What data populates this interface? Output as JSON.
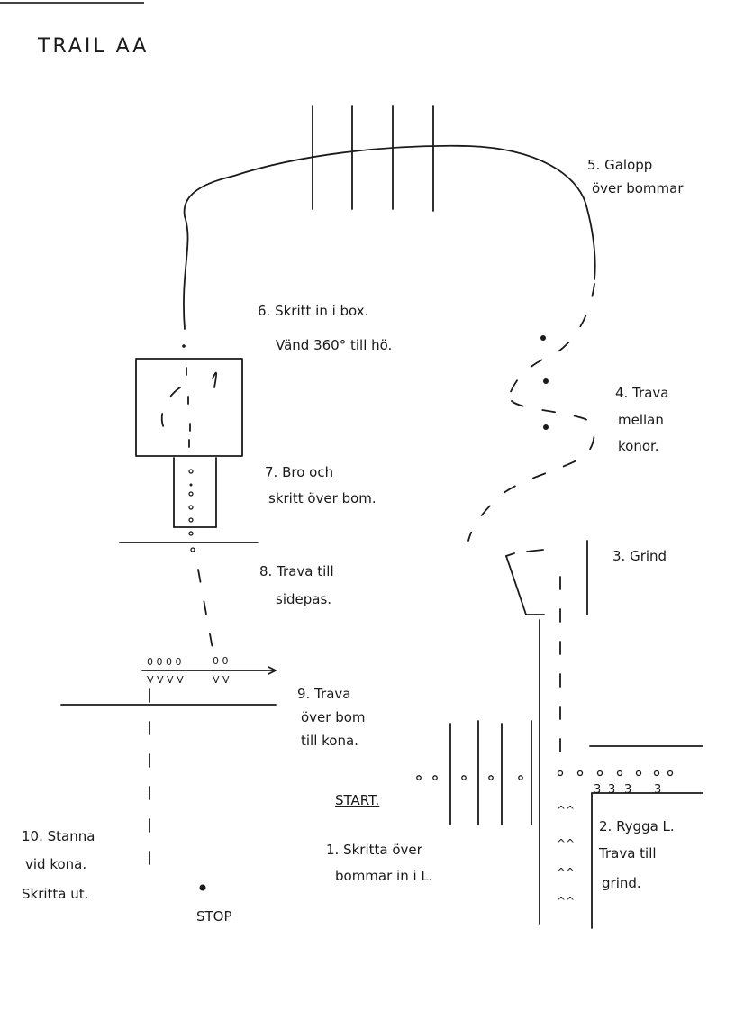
{
  "title": "TRAIL AA",
  "stations": [
    {
      "id": "s1",
      "lines": [
        "1. Skritta över",
        "bommar in i L."
      ]
    },
    {
      "id": "s2",
      "lines": [
        "2. Rygga L.",
        "Trava till",
        "grind."
      ]
    },
    {
      "id": "s3",
      "lines": [
        "3. Grind"
      ]
    },
    {
      "id": "s4",
      "lines": [
        "4. Trava",
        "mellan",
        "konor."
      ]
    },
    {
      "id": "s5",
      "lines": [
        "5. Galopp",
        "över bommar"
      ]
    },
    {
      "id": "s6",
      "lines": [
        "6. Skritt in i box.",
        "Vänd 360° till hö."
      ]
    },
    {
      "id": "s7",
      "lines": [
        "7. Bro och",
        "skritt över bom."
      ]
    },
    {
      "id": "s8",
      "lines": [
        "8. Trava till",
        "sidepas."
      ]
    },
    {
      "id": "s9",
      "lines": [
        "9. Trava",
        "över bom",
        "till kona."
      ]
    },
    {
      "id": "s10",
      "lines": [
        "10. Stanna",
        "vid kona.",
        "Skritta ut."
      ]
    }
  ],
  "markers": {
    "start": "START.",
    "stop": "STOP"
  }
}
